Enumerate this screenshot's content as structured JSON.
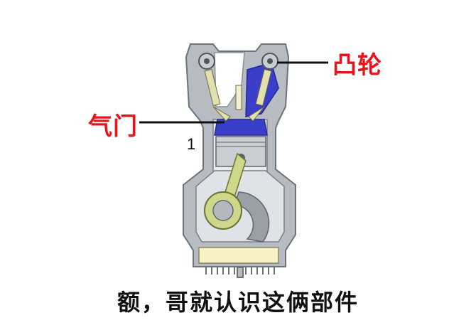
{
  "labels": {
    "cam": "凸轮",
    "valve": "气门",
    "cylinder_number": "1"
  },
  "caption": "额，哥就认识这俩部件",
  "colors": {
    "label_red": "#e8141b",
    "chamber_blue": "#3a3ec8",
    "rod_yellow": "#cfd88a",
    "block_gray": "#9aa0a8",
    "sump_cream": "#f6f2c4"
  }
}
